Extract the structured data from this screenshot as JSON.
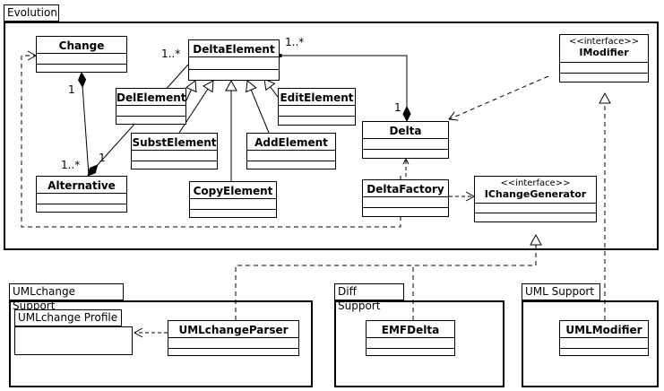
{
  "packages": {
    "evolution": "Evolution",
    "umlchange_support": "UMLchange Support",
    "umlchange_profile": "UMLchange Profile",
    "diff_support": "Diff Support",
    "uml_support": "UML Support"
  },
  "classes": {
    "change": "Change",
    "delta_element": "DeltaElement",
    "del_element": "DelElement",
    "edit_element": "EditElement",
    "subst_element": "SubstElement",
    "add_element": "AddElement",
    "copy_element": "CopyElement",
    "alternative": "Alternative",
    "delta": "Delta",
    "delta_factory": "DeltaFactory",
    "imodifier": "IModifier",
    "ichange_generator": "IChangeGenerator",
    "umlchange_parser": "UMLchangeParser",
    "emf_delta": "EMFDelta",
    "uml_modifier": "UMLModifier"
  },
  "stereotypes": {
    "interface": "<<interface>>"
  },
  "multiplicities": {
    "change_to_alternative_one": "1",
    "alternative_many": "1..*",
    "alternative_to_delta_element_one": "1",
    "delta_element_many_left": "1..*",
    "delta_element_many_right": "1..*",
    "delta_one": "1"
  }
}
